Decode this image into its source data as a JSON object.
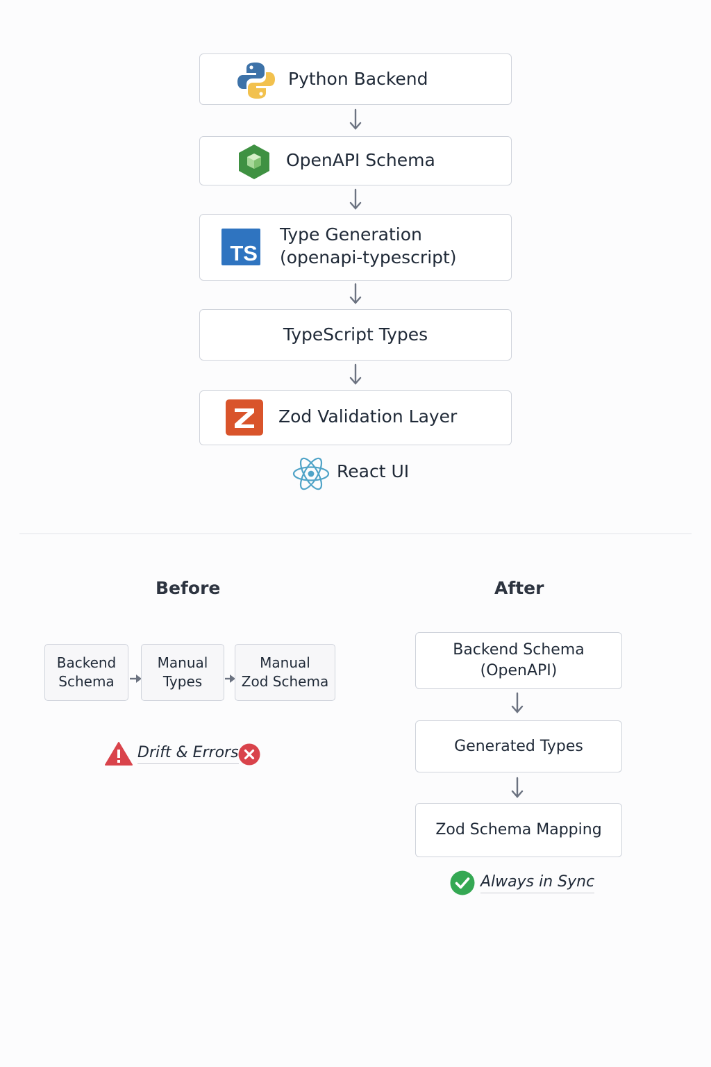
{
  "pipeline": {
    "steps": [
      {
        "label": "Python Backend",
        "icon": "python-logo-icon"
      },
      {
        "label": "OpenAPI Schema",
        "icon": "openapi-hexagon-icon"
      },
      {
        "label_line1": "Type Generation",
        "label_line2": "(openapi-typescript)",
        "icon": "typescript-logo-icon",
        "icon_text": "TS"
      },
      {
        "label": "TypeScript Types"
      },
      {
        "label": "Zod Validation Layer",
        "icon": "zod-logo-icon"
      }
    ],
    "react": {
      "label": "React UI",
      "icon": "react-atom-icon"
    }
  },
  "before": {
    "title": "Before",
    "boxes": [
      {
        "line1": "Backend",
        "line2": "Schema"
      },
      {
        "line1": "Manual",
        "line2": "Types"
      },
      {
        "line1": "Manual",
        "line2": "Zod Schema"
      }
    ],
    "status": "Drift & Errors"
  },
  "after": {
    "title": "After",
    "boxes": [
      {
        "line1": "Backend Schema",
        "line2": "(OpenAPI)"
      },
      {
        "line1": "Generated Types"
      },
      {
        "line1": "Zod Schema Mapping"
      }
    ],
    "status": "Always in Sync"
  },
  "colors": {
    "arrow": "#6b7280",
    "python_blue": "#3d72a8",
    "python_yellow": "#f2c14e",
    "openapi_green": "#3f9142",
    "typescript_blue": "#2f74c0",
    "zod_orange": "#d9542b",
    "react_blue": "#4fa3c7",
    "warning_red": "#d9434b",
    "success_green": "#34a853"
  }
}
